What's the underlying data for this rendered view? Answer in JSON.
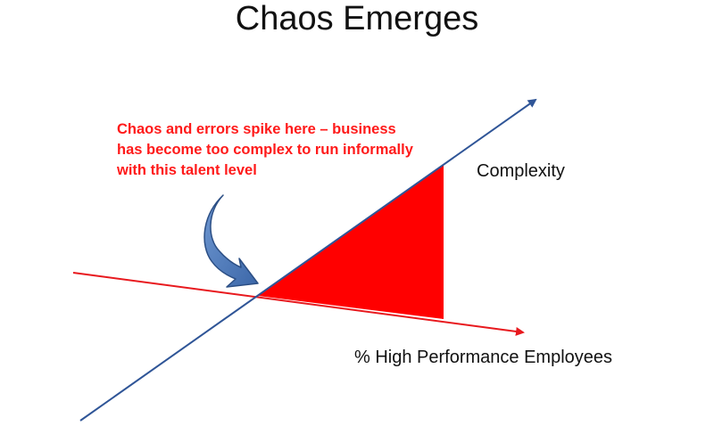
{
  "slide": {
    "title": "Chaos Emerges",
    "annotation": "Chaos and errors spike here – business has become too complex to run informally with this talent level",
    "complexity_label": "Complexity",
    "employees_label": "% High Performance Employees"
  },
  "colors": {
    "complexity_axis": "#2f5597",
    "employees_axis": "#e8191e",
    "chaos_region": "#ff0000",
    "annotation_text": "#ff1a1a",
    "callout_arrow_fill": "#4a78b8",
    "callout_arrow_stroke": "#2c4f85"
  },
  "icons": {
    "callout": "curved-arrow-icon"
  }
}
